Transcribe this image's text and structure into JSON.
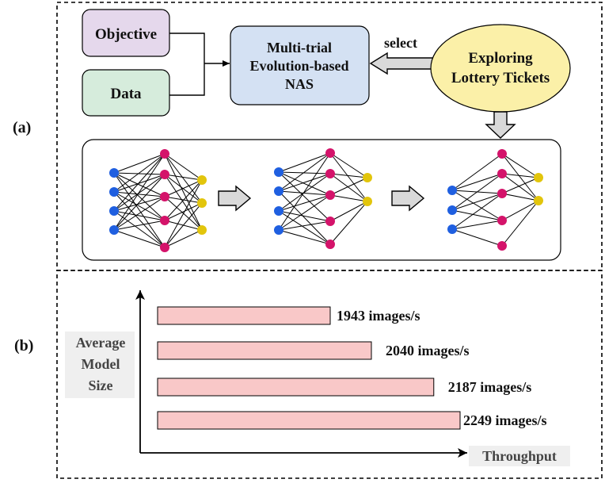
{
  "panel_a": {
    "label": "(a)",
    "objective_label": "Objective",
    "data_label": "Data",
    "nas_lines": [
      "Multi-trial",
      "Evolution-based",
      "NAS"
    ],
    "select_label": "select",
    "lottery_lines": [
      "Exploring",
      "Lottery Tickets"
    ]
  },
  "panel_b": {
    "label": "(b)",
    "ylabel_lines": [
      "Average",
      "Model",
      "Size"
    ],
    "xlabel": "Throughput"
  },
  "colors": {
    "objective_fill": "#e5d8ec",
    "data_fill": "#d6ecdc",
    "nas_fill": "#d4e1f3",
    "lottery_fill": "#fbf0a8",
    "bar_fill": "#f9c8c8",
    "input_node": "#1f5fe0",
    "hidden_node": "#d4136a",
    "output_node": "#e2c50c"
  },
  "chart_data": {
    "type": "bar",
    "orientation": "horizontal",
    "values": [
      1943,
      2040,
      2187,
      2249
    ],
    "data_labels": [
      "1943 images/s",
      "2040 images/s",
      "2187 images/s",
      "2249 images/s"
    ],
    "xlabel": "Throughput",
    "ylabel": "Average Model Size"
  }
}
